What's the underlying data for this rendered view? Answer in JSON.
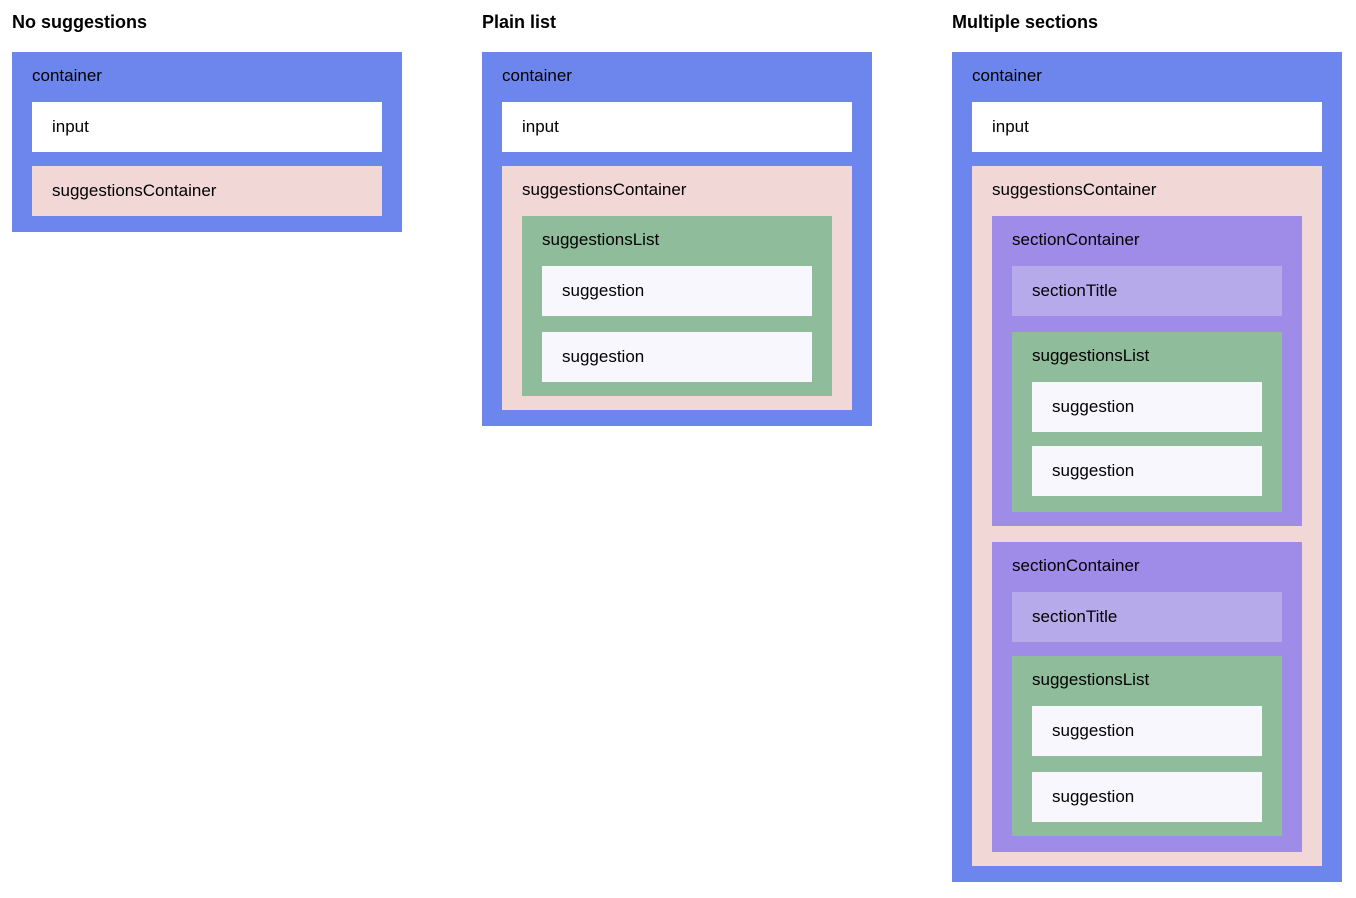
{
  "columns": {
    "no_suggestions": {
      "title": "No suggestions",
      "container": "container",
      "input": "input",
      "suggestions_container": "suggestionsContainer"
    },
    "plain_list": {
      "title": "Plain list",
      "container": "container",
      "input": "input",
      "suggestions_container": "suggestionsContainer",
      "suggestions_list": "suggestionsList",
      "suggestions": [
        "suggestion",
        "suggestion"
      ]
    },
    "multiple_sections": {
      "title": "Multiple sections",
      "container": "container",
      "input": "input",
      "suggestions_container": "suggestionsContainer",
      "sections": [
        {
          "section_container": "sectionContainer",
          "section_title": "sectionTitle",
          "suggestions_list": "suggestionsList",
          "suggestions": [
            "suggestion",
            "suggestion"
          ]
        },
        {
          "section_container": "sectionContainer",
          "section_title": "sectionTitle",
          "suggestions_list": "suggestionsList",
          "suggestions": [
            "suggestion",
            "suggestion"
          ]
        }
      ]
    }
  },
  "colors": {
    "container": "#6d86ee",
    "input": "#ffffff",
    "suggestions_container": "#f2d7d7",
    "suggestions_list": "#8fbd9b",
    "suggestion": "#f8f7fd",
    "section_container": "#9f8ce9",
    "section_title": "#b6aaeb"
  }
}
